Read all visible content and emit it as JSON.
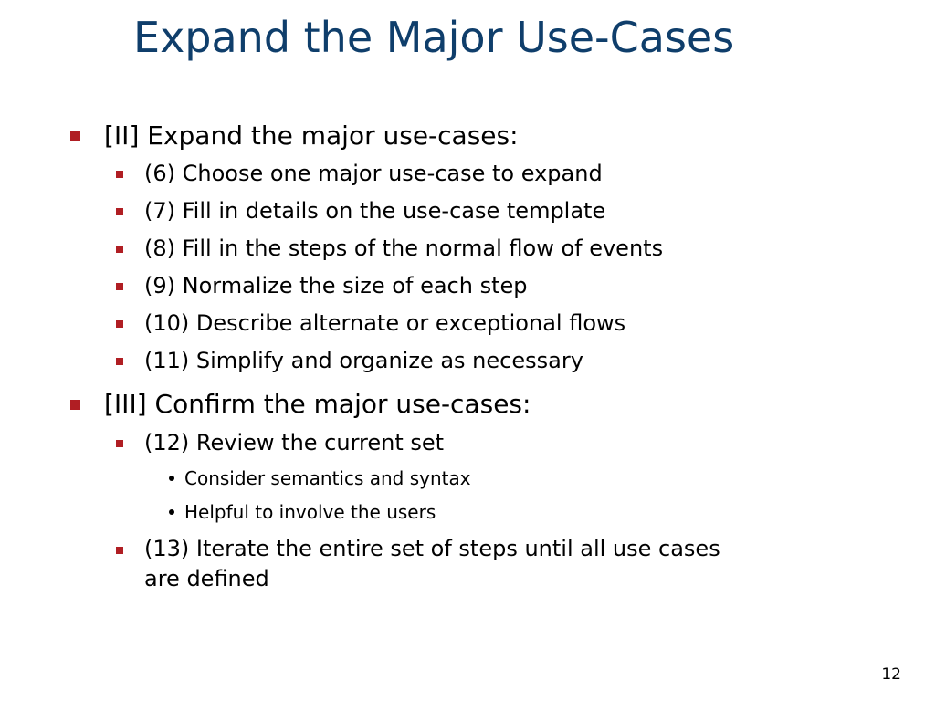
{
  "slide": {
    "title": "Expand the Major Use-Cases",
    "page_number": "12",
    "accent_color": "#b01e23",
    "title_color": "#0f3e6b"
  },
  "sections": [
    {
      "heading": "[II] Expand the major use-cases:",
      "items": [
        "(6) Choose one major use-case to expand",
        "(7) Fill in details on the use-case template",
        "(8) Fill in the steps of the normal flow of events",
        "(9) Normalize the size of each step",
        "(10) Describe alternate or exceptional flows",
        "(11) Simplify and organize as necessary"
      ]
    },
    {
      "heading": "[III] Confirm the major use-cases:",
      "items": [
        "(12) Review the current set",
        "(13) Iterate the entire set of steps until all use cases"
      ],
      "item_continuation": "are defined",
      "subitems": [
        "Consider semantics and syntax",
        "Helpful to involve the users"
      ]
    }
  ]
}
